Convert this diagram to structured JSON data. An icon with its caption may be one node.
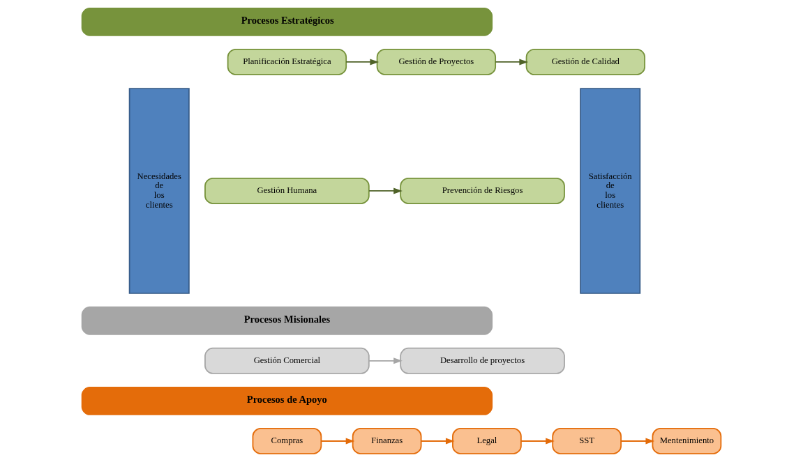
{
  "diagram": {
    "nodes": [
      {
        "text": [
          "Necesidades de los clientes"
        ]
      },
      {
        "text": [
          "Procesos Estratégicos"
        ]
      },
      {
        "text": [
          "Planificación Estratégica"
        ]
      },
      {
        "text": [
          "Gestión de Proyectos"
        ]
      },
      {
        "text": [
          "Gestión de Calidad"
        ]
      },
      {
        "text": [
          "Gestión Humana"
        ]
      },
      {
        "text": [
          "Prevención de Riesgos"
        ]
      },
      {
        "text": [
          "Procesos Misionales"
        ]
      },
      {
        "text": [
          "Gestión Comercial"
        ]
      },
      {
        "text": [
          "Desarrollo de proyectos"
        ]
      },
      {
        "text": [
          "Procesos de Apoyo"
        ]
      },
      {
        "text": [
          "Compras"
        ]
      },
      {
        "text": [
          "Finanzas"
        ]
      },
      {
        "text": [
          "Legal"
        ]
      },
      {
        "text": [
          "SST"
        ]
      },
      {
        "text": [
          "Mentenimiento"
        ]
      },
      {
        "text": [
          "Satisfacción de los clientes"
        ]
      }
    ],
    "edges": [
      {
        "from": 2,
        "to": 3,
        "arrow": "to",
        "color": "#4f6228"
      },
      {
        "from": 3,
        "to": 4,
        "arrow": "to",
        "color": "#4f6228"
      },
      {
        "from": 5,
        "to": 6,
        "arrow": "to",
        "color": "#4f6228"
      },
      {
        "from": 8,
        "to": 9,
        "arrow": "to",
        "color": "#a6a6a6"
      },
      {
        "from": 11,
        "to": 12,
        "arrow": "to"
      },
      {
        "from": 12,
        "to": 13,
        "arrow": "to"
      },
      {
        "from": 13,
        "to": 14,
        "arrow": "to"
      },
      {
        "from": 14,
        "to": 15,
        "arrow": "to"
      }
    ]
  }
}
